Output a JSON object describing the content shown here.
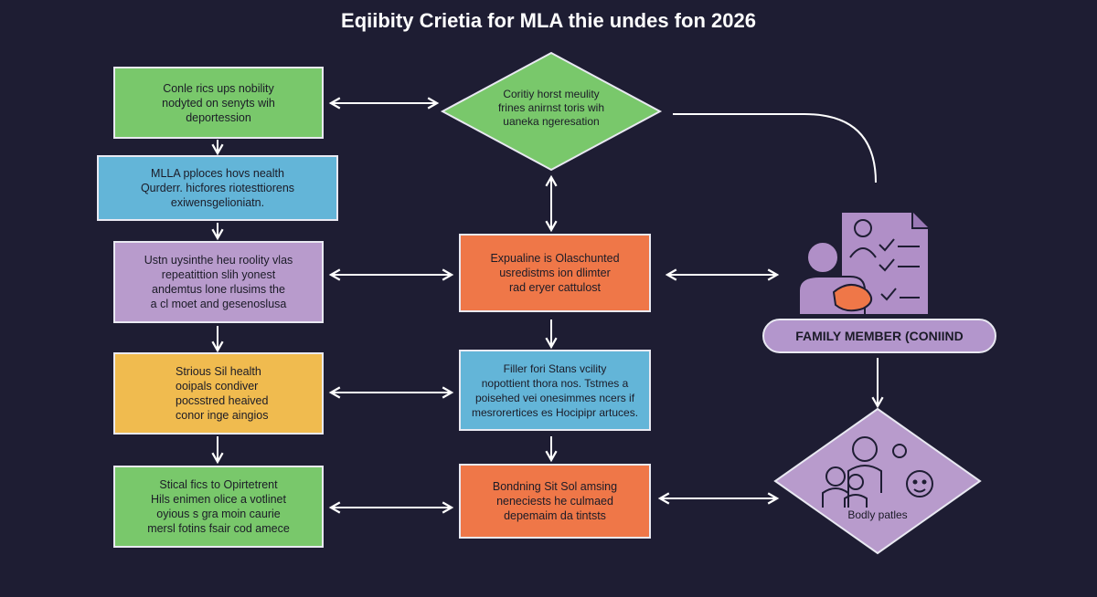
{
  "title": "Eqiibity Crietia for MLA thie undes fon 2026",
  "left_column": [
    {
      "lines": [
        "Conle rics ups nobility",
        "nodyted on senyts wih",
        "deportession"
      ]
    },
    {
      "lines": [
        "MLLA pploces hovs nealth",
        "Qurderr. hicfores riotesttiorens",
        "exiwensgelioniatn."
      ]
    },
    {
      "lines": [
        "Ustn uysinthe heu roolity vlas",
        "repeatittion slih yonest",
        "andemtus lone rlusims the",
        "a cl moet and gesenoslusa"
      ]
    },
    {
      "lines": [
        "Strious Sil health",
        "ooipals condiver",
        "pocsstred heaived",
        "conor inge aingios"
      ]
    },
    {
      "lines": [
        "Stical fics to Opirtetrent",
        "Hils enimen olice a votlinet",
        "oyious s gra moin caurie",
        "mersl fotins fsair cod amece"
      ]
    }
  ],
  "middle_column": [
    {
      "lines": [
        "Coritiy horst meulity",
        "frines anirnst toris wih",
        "uaneka ngeresation"
      ]
    },
    {
      "lines": [
        "Expualine is Olaschunted",
        "usredistms ion dlimter",
        "rad eryer cattulost"
      ]
    },
    {
      "lines": [
        "Filler fori Stans vcility",
        "nopottient thora nos. Tstmes a",
        "poisehed vei onesimmes ncers if",
        "mesrorertices es Hocipipr artuces."
      ]
    },
    {
      "lines": [
        "Bondning Sit Sol amsing",
        "neneciests he culmaed",
        "depemaim da tintsts"
      ]
    }
  ],
  "right_column": {
    "pill_label": "FAMILY MEMBER (CONIIND",
    "diamond_label": "Bodly patles"
  },
  "icons": [
    "document-icon",
    "person-icon",
    "checklist-icon",
    "gear-icon",
    "lightbulb-icon",
    "family-icon",
    "baby-icon"
  ],
  "colors": {
    "background": "#1e1d33",
    "green": "#79c86b",
    "blue": "#63b5d8",
    "purple": "#b89bcc",
    "yellow": "#f0bb4f",
    "orange": "#ef7748",
    "connector": "#ffffff"
  }
}
